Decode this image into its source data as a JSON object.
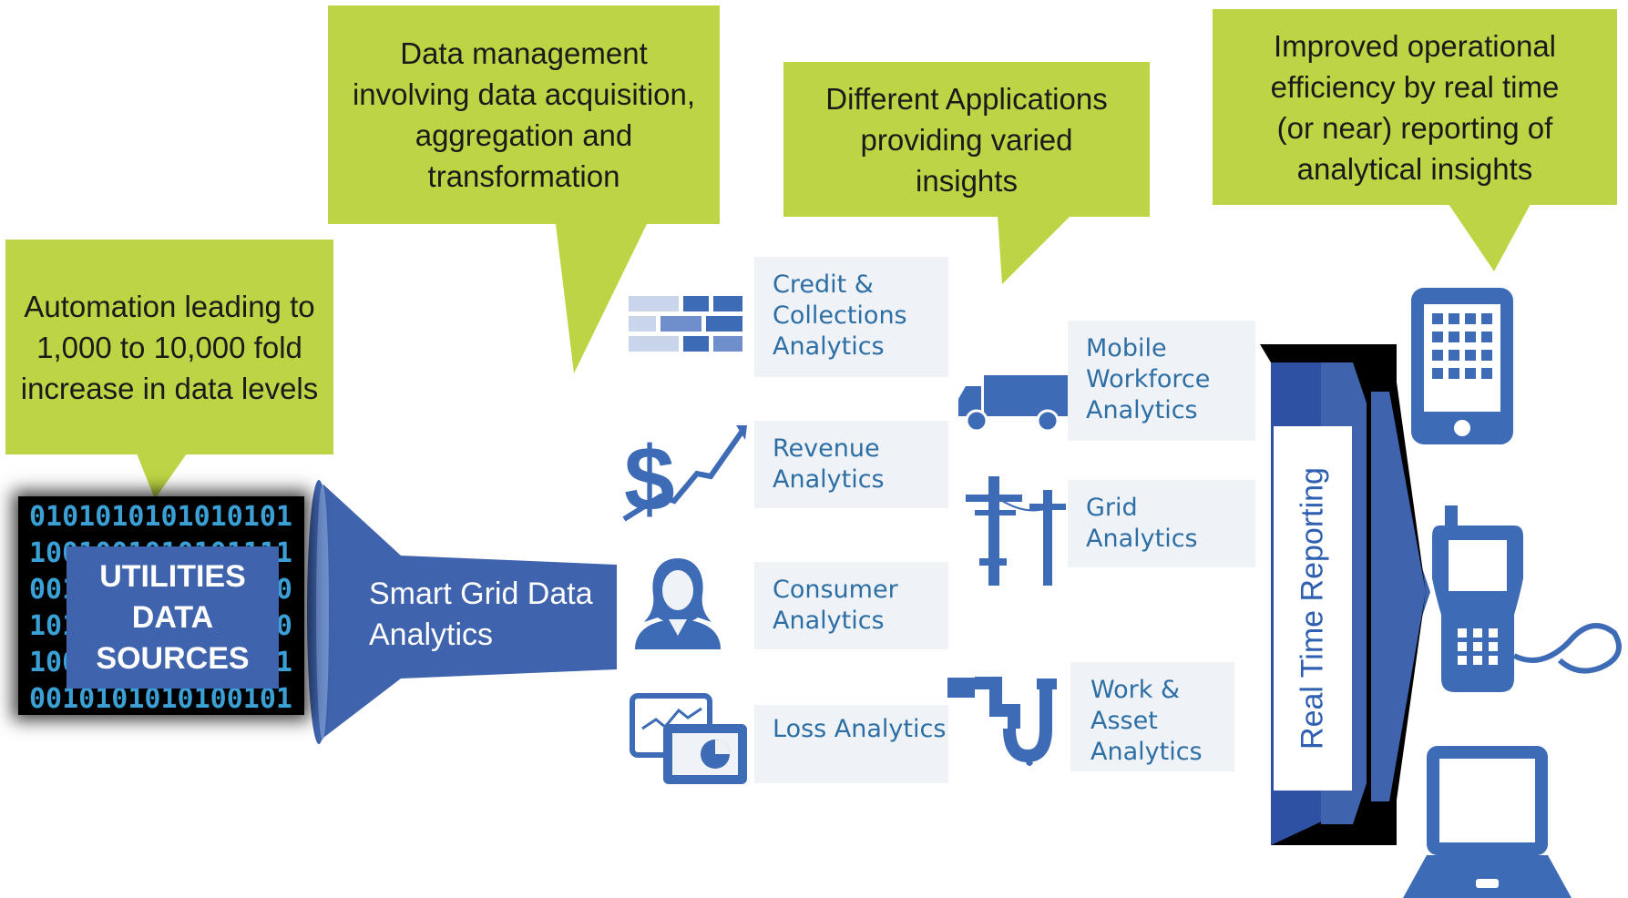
{
  "callouts": {
    "automation": "Automation leading to 1,000 to 10,000 fold increase in data levels",
    "data_management": "Data management involving data acquisition, aggregation and transformation",
    "applications": "Different Applications providing varied insights",
    "efficiency": "Improved operational efficiency by real time (or near) reporting of analytical insights"
  },
  "data_sources": {
    "binary_lines": [
      "0101010101010101",
      "1001001010101111",
      "0010100101010010",
      "1010010101001010",
      "1000101010010101",
      "0010101010100101"
    ],
    "label": "UTILITIES DATA SOURCES"
  },
  "funnel": {
    "label": "Smart Grid Data Analytics"
  },
  "analytics": {
    "credit": "Credit & Collections Analytics",
    "revenue": "Revenue Analytics",
    "consumer": "Consumer Analytics",
    "loss": "Loss Analytics",
    "mobile_workforce": "Mobile Workforce Analytics",
    "grid": "Grid Analytics",
    "work_asset": "Work & Asset Analytics"
  },
  "reporting": {
    "label": "Real Time Reporting"
  },
  "colors": {
    "callout_green": "#bdd544",
    "brand_blue": "#3f63ac",
    "icon_blue": "#3d6bb6",
    "text_blue": "#2d6ea5"
  }
}
